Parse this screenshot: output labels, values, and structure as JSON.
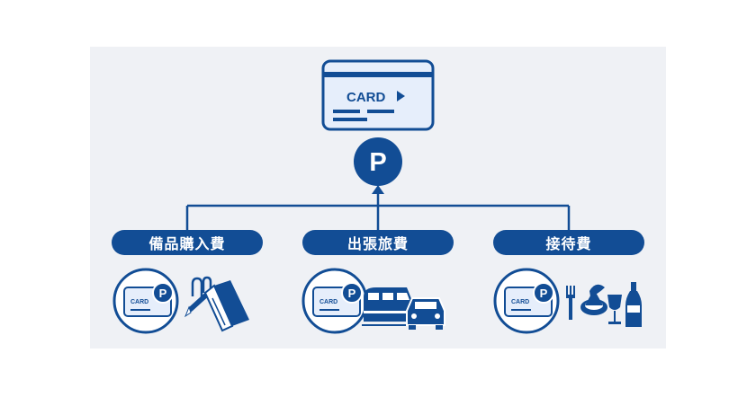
{
  "colors": {
    "primary": "#124d95",
    "card_fill": "#e6eefb",
    "panel_bg": "#eff1f5"
  },
  "top_card": {
    "label": "CARD",
    "badge": "P"
  },
  "categories": [
    {
      "label": "備品購入費",
      "card_label": "CARD",
      "badge": "P",
      "icons": [
        "paperclip-icon",
        "pencil-icon",
        "notebook-icon"
      ]
    },
    {
      "label": "出張旅費",
      "card_label": "CARD",
      "badge": "P",
      "icons": [
        "train-icon",
        "car-icon"
      ]
    },
    {
      "label": "接待費",
      "card_label": "CARD",
      "badge": "P",
      "icons": [
        "fork-icon",
        "dish-icon",
        "wine-glass-icon",
        "wine-bottle-icon"
      ]
    }
  ]
}
